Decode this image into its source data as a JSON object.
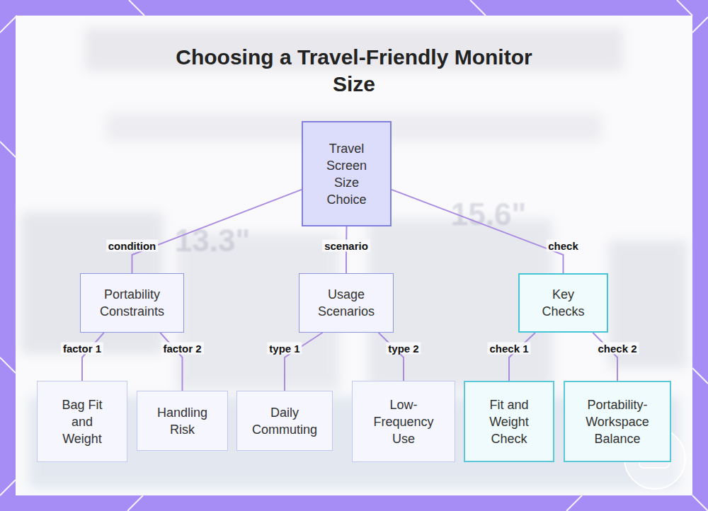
{
  "diagram": {
    "title": "Choosing a Travel-Friendly Monitor Size",
    "nodes": [
      {
        "text": [
          "Travel Screen Size Choice"
        ]
      },
      {
        "text": [
          "Portability Constraints"
        ]
      },
      {
        "text": [
          "Usage Scenarios"
        ]
      },
      {
        "text": [
          "Key Checks"
        ]
      },
      {
        "text": [
          "Bag Fit and Weight"
        ]
      },
      {
        "text": [
          "Handling Risk"
        ]
      },
      {
        "text": [
          "Daily Commuting"
        ]
      },
      {
        "text": [
          "Low-Frequency Use"
        ]
      },
      {
        "text": [
          "Fit and Weight Check"
        ]
      },
      {
        "text": [
          "Portability-Workspace Balance"
        ]
      }
    ],
    "edges": [
      {
        "from": 0,
        "to": 1,
        "label": "condition",
        "arrow": "none"
      },
      {
        "from": 0,
        "to": 2,
        "label": "scenario",
        "arrow": "none"
      },
      {
        "from": 0,
        "to": 3,
        "label": "check",
        "arrow": "none"
      },
      {
        "from": 1,
        "to": 4,
        "label": "factor 1",
        "arrow": "none"
      },
      {
        "from": 1,
        "to": 5,
        "label": "factor 2",
        "arrow": "none"
      },
      {
        "from": 2,
        "to": 6,
        "label": "type 1",
        "arrow": "none"
      },
      {
        "from": 2,
        "to": 7,
        "label": "type 2",
        "arrow": "none"
      },
      {
        "from": 3,
        "to": 8,
        "label": "check 1",
        "arrow": "none"
      },
      {
        "from": 3,
        "to": 9,
        "label": "check 2",
        "arrow": "none"
      }
    ],
    "labels": [
      "13.3\"",
      "15.6\""
    ]
  }
}
